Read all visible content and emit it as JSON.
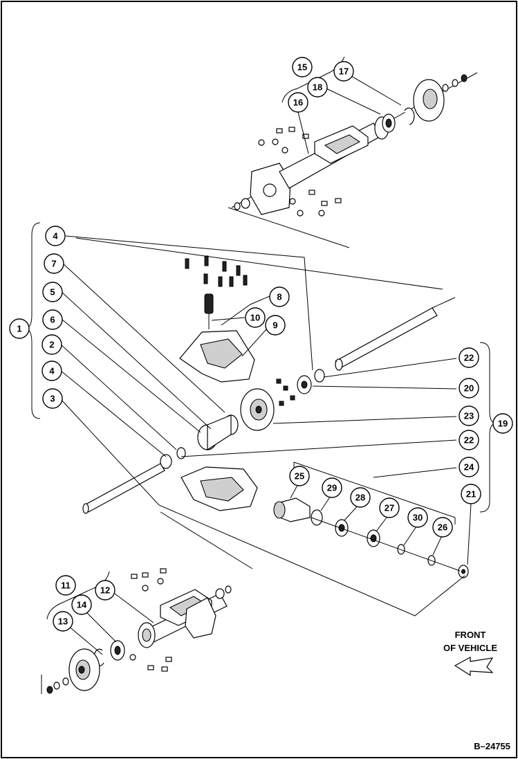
{
  "callouts": {
    "c1": "1",
    "c2": "2",
    "c3": "3",
    "c4a": "4",
    "c4b": "4",
    "c5": "5",
    "c6": "6",
    "c7": "7",
    "c8": "8",
    "c9": "9",
    "c10": "10",
    "c11": "11",
    "c12": "12",
    "c13": "13",
    "c14": "14",
    "c15": "15",
    "c16": "16",
    "c17": "17",
    "c18": "18",
    "c19": "19",
    "c20": "20",
    "c21": "21",
    "c22a": "22",
    "c22b": "22",
    "c23": "23",
    "c24": "24",
    "c25": "25",
    "c26": "26",
    "c27": "27",
    "c28": "28",
    "c29": "29",
    "c30": "30"
  },
  "front_label": {
    "line1": "FRONT",
    "line2": "OF VEHICLE"
  },
  "figure_id": "B–24755"
}
